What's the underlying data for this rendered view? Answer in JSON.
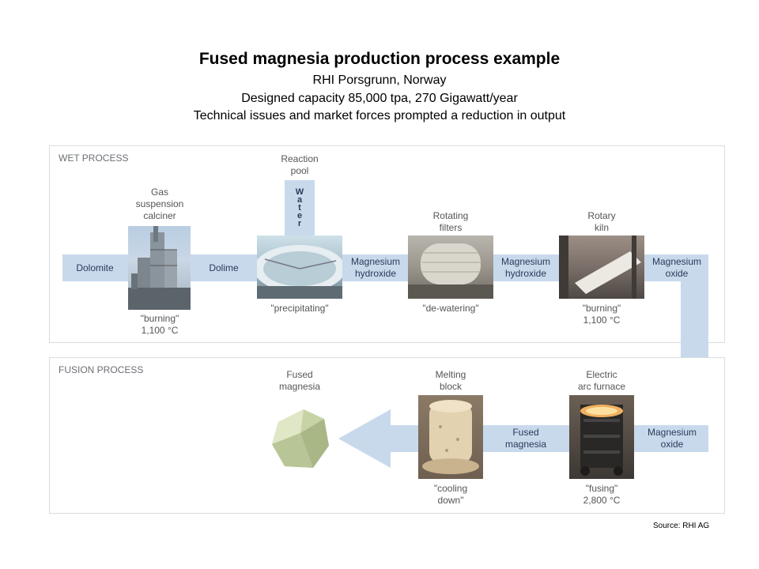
{
  "header": {
    "title": "Fused magnesia production process example",
    "line1": "RHI Porsgrunn, Norway",
    "line2": "Designed capacity 85,000 tpa, 270 Gigawatt/year",
    "line3": "Technical issues and market forces prompted a reduction in output"
  },
  "wet": {
    "label": "WET PROCESS",
    "dolomite": "Dolomite",
    "dolime": "Dolime",
    "mg_hydroxide_1": "Magnesium\nhydroxide",
    "mg_hydroxide_2": "Magnesium\nhydroxide",
    "mg_oxide": "Magnesium\noxide",
    "calciner_title": "Gas\nsuspension\ncalciner",
    "calciner_caption": "\"burning\"\n1,100 °C",
    "reaction_title": "Reaction\npool",
    "water_letters": [
      "W",
      "a",
      "t",
      "e",
      "r"
    ],
    "reaction_caption": "\"precipitating\"",
    "filters_title": "Rotating\nfilters",
    "filters_caption": "\"de-watering\"",
    "kiln_title": "Rotary\nkiln",
    "kiln_caption": "\"burning\"\n1,100 °C"
  },
  "fusion": {
    "label": "FUSION PROCESS",
    "mg_oxide": "Magnesium\noxide",
    "fused_magnesia": "Fused\nmagnesia",
    "furnace_title": "Electric\narc furnace",
    "furnace_caption": "\"fusing\"\n2,800 °C",
    "block_title": "Melting\nblock",
    "block_caption": "\"cooling\ndown\"",
    "product_title": "Fused\nmagnesia"
  },
  "source": "Source: RHI AG"
}
